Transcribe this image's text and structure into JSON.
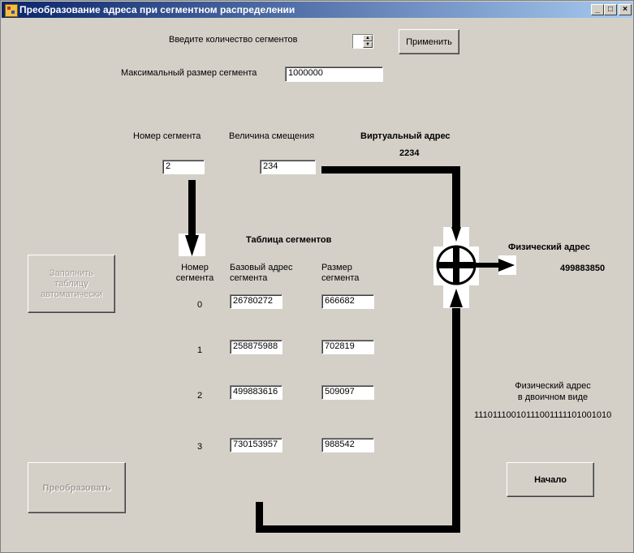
{
  "window": {
    "title": "Преобразование адреса при сегментном распределении",
    "minimize_glyph": "_",
    "maximize_glyph": "□",
    "close_glyph": "×"
  },
  "top": {
    "segments_count_label": "Введите количество сегментов",
    "apply_button": "Применить",
    "max_size_label": "Максимальный размер сегмента",
    "max_size_value": "1000000"
  },
  "virtual": {
    "segment_number_label": "Номер сегмента",
    "offset_label": "Величина смещения",
    "title": "Виртуальный адрес",
    "value": "2234",
    "segment_number_value": "2",
    "offset_value": "234"
  },
  "table": {
    "title": "Таблица сегментов",
    "headers": {
      "number": "Номер\nсегмента",
      "base": "Базовый адрес\nсегмента",
      "size": "Размер\nсегмента"
    },
    "rows": [
      {
        "index": "0",
        "base": "26780272",
        "size": "666682"
      },
      {
        "index": "1",
        "base": "258875988",
        "size": "702819"
      },
      {
        "index": "2",
        "base": "499883616",
        "size": "509097"
      },
      {
        "index": "3",
        "base": "730153957",
        "size": "988542"
      }
    ]
  },
  "physical": {
    "title": "Физический адрес",
    "value": "499883850",
    "binary_label": "Физический адрес\nв двоичном виде",
    "binary_value": "11101110010111001111101001010"
  },
  "buttons": {
    "fill_auto": "Заполнить\nтаблицу\nавтоматически",
    "convert": "Преобразовать",
    "start": "Начало"
  },
  "icons": {
    "adder": "adder-plus-circle-icon",
    "spinner_up": "▲",
    "spinner_down": "▼"
  }
}
